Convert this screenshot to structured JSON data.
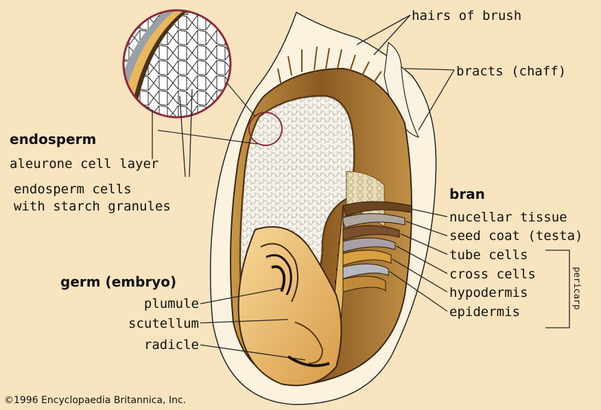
{
  "labels": {
    "hairs_of_brush": "hairs of brush",
    "bracts": "bracts (chaff)",
    "endosperm_heading": "endosperm",
    "aleurone": "aleurone cell layer",
    "endosperm_cells_line1": "endosperm cells",
    "endosperm_cells_line2": "with starch granules",
    "bran_heading": "bran",
    "nucellar_tissue": "nucellar tissue",
    "seed_coat": "seed coat (testa)",
    "tube_cells": "tube cells",
    "cross_cells": "cross cells",
    "hypodermis": "hypodermis",
    "epidermis": "epidermis",
    "pericarp": "pericarp",
    "germ_heading": "germ (embryo)",
    "plumule": "plumule",
    "scutellum": "scutellum",
    "radicle": "radicle"
  },
  "copyright": "©1996 Encyclopaedia Britannica, Inc.",
  "colors": {
    "background": "#f9e4c0",
    "husk": "#fbf2df",
    "bran_brown": "#8a5a2a",
    "endosperm": "#f4f1ea",
    "germ": "#f0c070",
    "magnifier_ring": "#8a2a3a"
  }
}
